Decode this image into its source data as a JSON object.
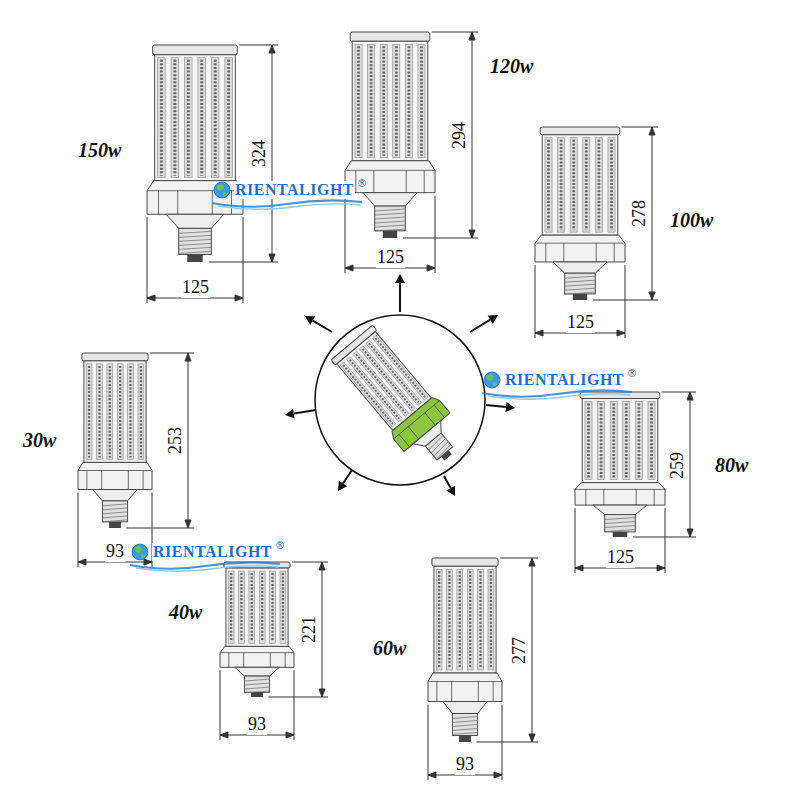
{
  "diagram": {
    "labels": [
      "150w",
      "324",
      "125",
      "120w",
      "294",
      "125",
      "100w",
      "278",
      "125",
      "RIENTALIGHT",
      "®",
      "RIENTALIGHT",
      "®",
      "30w",
      "253",
      "80w",
      "259",
      "93",
      "125",
      "RIENTALIGHT",
      "®",
      "40w",
      "221",
      "93",
      "60w",
      "277",
      "93"
    ]
  }
}
